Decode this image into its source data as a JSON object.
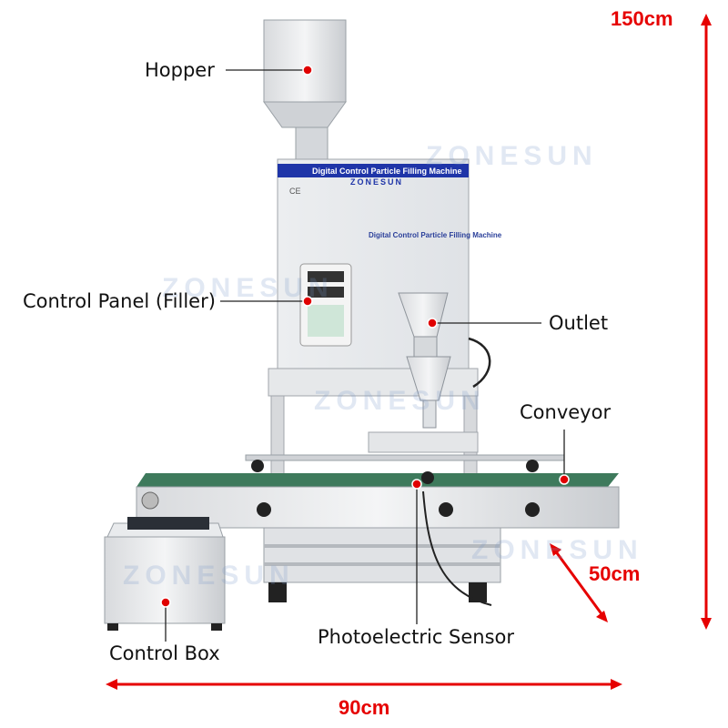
{
  "labels": {
    "hopper": "Hopper",
    "control_panel": "Control Panel (Filler)",
    "outlet": "Outlet",
    "conveyor": "Conveyor",
    "photoelectric_sensor": "Photoelectric Sensor",
    "control_box": "Control Box"
  },
  "dimensions": {
    "height": "150cm",
    "depth": "50cm",
    "width": "90cm"
  },
  "machine": {
    "plate_text": "Digital Control Particle Filling Machine",
    "brand": "ZONESUN",
    "side_text": "Digital Control Particle Filling Machine",
    "certification": "CE"
  },
  "watermark": "ZONESUN",
  "colors": {
    "dimension": "#e60000",
    "plate": "#1f35a8",
    "conveyor_belt": "#3e7a5c"
  }
}
